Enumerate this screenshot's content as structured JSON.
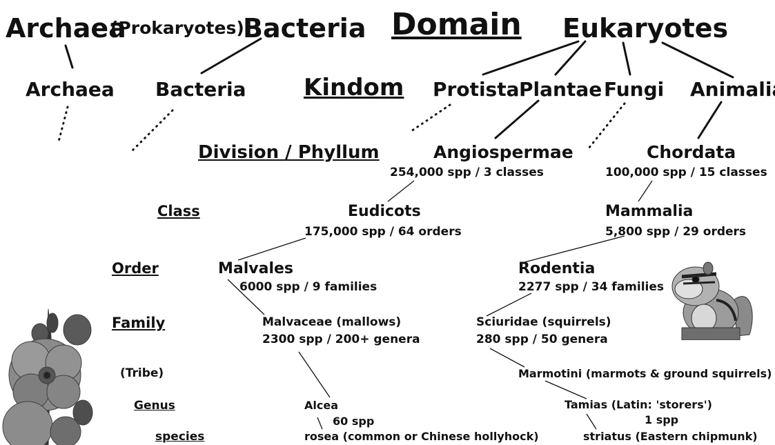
{
  "domain_row": {
    "archaea": "Archaea",
    "prokaryotes": "(Prokaryotes)",
    "bacteria": "Bacteria",
    "label": "Domain",
    "eukaryotes": "Eukaryotes"
  },
  "kingdom_row": {
    "label": "Kindom",
    "archaea": "Archaea",
    "bacteria": "Bacteria",
    "protista": "Protista",
    "plantae": "Plantae",
    "fungi": "Fungi",
    "animalia": "Animalia"
  },
  "ranks": {
    "division": "Division / Phyllum",
    "class": "Class",
    "order": "Order",
    "family": "Family",
    "tribe": "(Tribe)",
    "genus": "Genus",
    "species": "species"
  },
  "plant": {
    "division": "Angiospermae",
    "division_info": "254,000 spp / 3 classes",
    "class": "Eudicots",
    "class_info": "175,000 spp / 64 orders",
    "order": "Malvales",
    "order_info": "6000 spp  / 9 families",
    "family": "Malvaceae (mallows)",
    "family_info": "2300 spp / 200+ genera",
    "genus": "Alcea",
    "genus_info": "60 spp",
    "species": "rosea (common or Chinese hollyhock)"
  },
  "animal": {
    "division": "Chordata",
    "division_info": "100,000 spp / 15 classes",
    "class": "Mammalia",
    "class_info": "5,800 spp / 29 orders",
    "order": "Rodentia",
    "order_info": "2277 spp / 34 families",
    "family": "Sciuridae (squirrels)",
    "family_info": "280 spp / 50 genera",
    "tribe": "Marmotini (marmots & ground squirrels)",
    "genus": "Tamias (Latin: 'storers')",
    "genus_info": "1 spp",
    "species": "striatus (Eastern chipmunk)"
  }
}
